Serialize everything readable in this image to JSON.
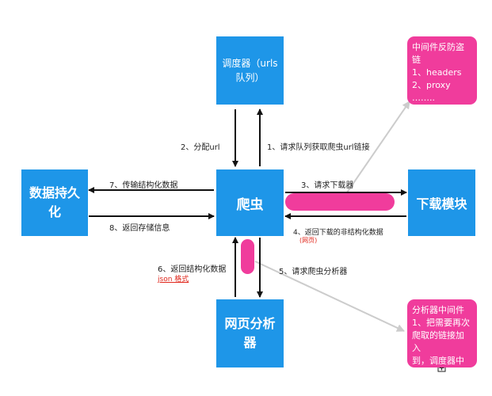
{
  "nodes": {
    "scheduler": "调度器（urls\n队列）",
    "spider": "爬虫",
    "downloader": "下载模块",
    "storage": "数据持久\n化",
    "parser": "网页分析\n器"
  },
  "notes": {
    "middleware_anti": "中间件反防盗\n链\n1、headers\n2、proxy\n……..",
    "middleware_parser": "分析器中间件\n1、把需要再次\n爬取的链接加入\n到，调度器中"
  },
  "edges": {
    "e1": "1、请求队列获取爬虫url链接",
    "e2": "2、分配url",
    "e3": "3、请求下载器",
    "e4": "4、返回下载的非结构化数据",
    "e4_note": "(网页)",
    "e5": "5、请求爬虫分析器",
    "e6": "6、返回结构化数据",
    "e6_note": "json 格式",
    "e7": "7、传输结构化数据",
    "e8": "8、返回存储信息"
  },
  "colors": {
    "node_blue": "#1e96e8",
    "pink": "#f03c9c",
    "arrow": "#111111",
    "leader": "#cccccc"
  },
  "icons": [
    "expand-plus-icon"
  ]
}
